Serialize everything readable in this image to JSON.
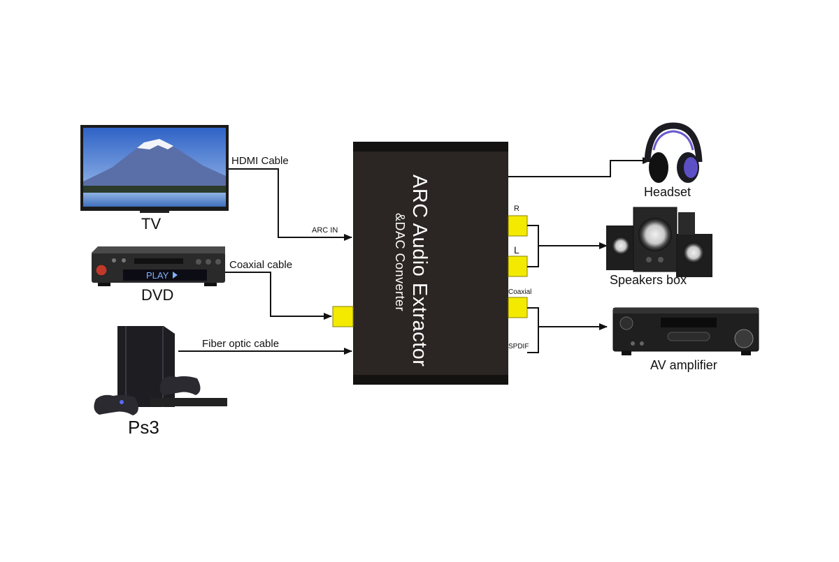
{
  "device": {
    "title": "ARC Audio Extractor",
    "subtitle": "&DAC Converter"
  },
  "sources": {
    "tv": "TV",
    "dvd": "DVD",
    "ps3": "Ps3",
    "dvd_display": "PLAY"
  },
  "outputs": {
    "headset": "Headset",
    "speakers": "Speakers box",
    "amplifier": "AV amplifier"
  },
  "cables": {
    "hdmi": "HDMI Cable",
    "coaxial": "Coaxial cable",
    "fiber": "Fiber optic cable"
  },
  "ports": {
    "arc_in": "ARC IN",
    "right": "R",
    "left": "L",
    "coaxial": "Coaxial",
    "spdif": "SPDIF"
  },
  "colors": {
    "device_body": "#2b2523",
    "device_trim": "#141111",
    "port_yellow": "#f3ea00",
    "line": "#111111"
  }
}
